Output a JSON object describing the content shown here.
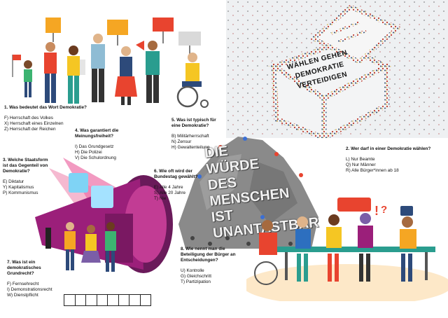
{
  "ballot_box": {
    "lines": [
      "WÄHLEN GEHEN",
      "DEMOKRATIE",
      "VERTEIDIGEN"
    ]
  },
  "quote": {
    "lines": [
      "DIE",
      "WÜRDE",
      "DES",
      "MENSCHEN",
      "IST",
      "UNANTASTBAR"
    ]
  },
  "questions": [
    {
      "title": "1. Was bedeutet das Wort Demokratie?",
      "options": [
        "F) Herrschaft des Volkes",
        "X) Herrschaft eines Einzelnen",
        "Z) Herrschaft der Reichen"
      ]
    },
    {
      "title": "2. Wer darf in einer Demokratie wählen?",
      "options": [
        "L) Nur Beamte",
        "Q) Nur Männer",
        "R) Alle Bürger*innen ab 18"
      ]
    },
    {
      "title": "3. Welche Staatsform ist das Gegenteil von Demokratie?",
      "options": [
        "E) Diktatur",
        "Y) Kapitalismus",
        "P) Kommunismus"
      ]
    },
    {
      "title": "4. Was garantiert die Meinungsfreiheit?",
      "options": [
        "I) Das Grundgesetz",
        "H) Die Polizei",
        "V) Die Schulordnung"
      ]
    },
    {
      "title": "5. Was ist typisch für eine Demokratie?",
      "options": [
        "B) Militärherrschaft",
        "N) Zensur",
        "H) Gewaltenteilung"
      ]
    },
    {
      "title": "6. Wie oft wird der Bundestag gewählt?",
      "options": [
        "E) Alle 4 Jahre",
        "S) Alle 20 Jahre",
        "T) Nie"
      ]
    },
    {
      "title": "7. Was ist ein demokratisches Grundrecht?",
      "options": [
        "F) Fernsehrecht",
        "I) Demonstrationsrecht",
        "W) Dienstpflicht"
      ]
    },
    {
      "title": "8. Wie nennt man die Beteiligung der Bürger an Entscheidungen?",
      "options": [
        "U) Kontrolle",
        "G) Gleichschritt",
        "T) Partizipation"
      ]
    }
  ],
  "answer_box_count": 8,
  "colors": {
    "ballot_bg": "#eef0f2",
    "megaphone": "#9b1f7a",
    "poster_orange": "#f5a623",
    "poster_red": "#e8442f",
    "rock": "#8a8a8a"
  }
}
